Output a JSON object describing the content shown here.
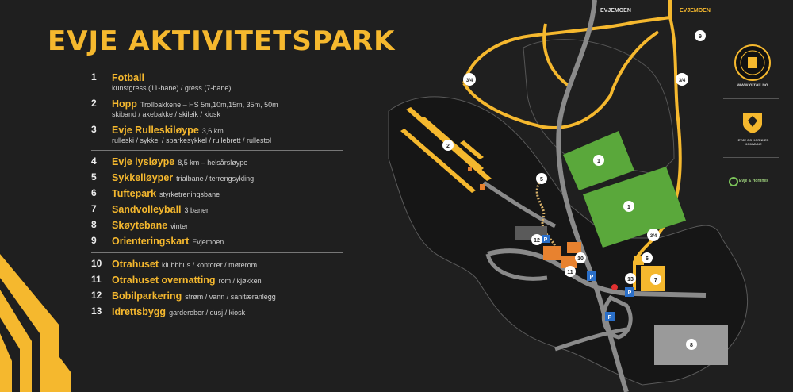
{
  "title": "EVJE AKTIVITETSPARK",
  "group1": [
    {
      "num": "1",
      "name": "Fotball",
      "desc": "",
      "sub": "kunstgress (11-bane)  /  gress (7-bane)"
    },
    {
      "num": "2",
      "name": "Hopp",
      "desc": "Trollbakkene – HS 5m,10m,15m, 35m, 50m",
      "sub": "skiband  /  akebakke  /  skileik  /  kiosk"
    },
    {
      "num": "3",
      "name": "Evje Rulleskiløype",
      "desc": "3,6 km",
      "sub": "rulleski  /  sykkel  /  sparkesykkel  /  rullebrett  /  rullestol"
    }
  ],
  "group2": [
    {
      "num": "4",
      "name": "Evje lysløype",
      "desc": "8,5 km – helsårsløype"
    },
    {
      "num": "5",
      "name": "Sykkelløyper",
      "desc": "trialbane  /  terrengsykling"
    },
    {
      "num": "6",
      "name": "Tuftepark",
      "desc": "styrketreningsbane"
    },
    {
      "num": "7",
      "name": "Sandvolleyball",
      "desc": "3 baner"
    },
    {
      "num": "8",
      "name": "Skøytebane",
      "desc": "vinter"
    },
    {
      "num": "9",
      "name": "Orienteringskart",
      "desc": "Evjemoen"
    }
  ],
  "group3": [
    {
      "num": "10",
      "name": "Otrahuset",
      "desc": "klubbhus  /  kontorer  /  møterom"
    },
    {
      "num": "11",
      "name": "Otrahuset overnatting",
      "desc": "rom  /  kjøkken"
    },
    {
      "num": "12",
      "name": "Bobilparkering",
      "desc": "strøm  /  vann  /  sanitæranlegg"
    },
    {
      "num": "13",
      "name": "Idrettsbygg",
      "desc": "garderober  /  dusj  /  kiosk"
    }
  ],
  "map": {
    "road_label_left": "EVJEMOEN",
    "road_label_right": "EVJEMOEN",
    "trail_marker": "3/4",
    "parking_symbol": "P",
    "markers": [
      "1",
      "1",
      "2",
      "5",
      "6",
      "7",
      "8",
      "9",
      "10",
      "11",
      "12",
      "13"
    ]
  },
  "sidebar": {
    "website": "www.otrail.no",
    "municipality": "EVJE OG HORNNES KOMMUNE",
    "partner": "Evje & Hornnes"
  },
  "colors": {
    "accent": "#f5b82e",
    "field": "#5aa83b",
    "background": "#1f1f1f",
    "road": "#8a8a8a",
    "building": "#e8822f"
  }
}
